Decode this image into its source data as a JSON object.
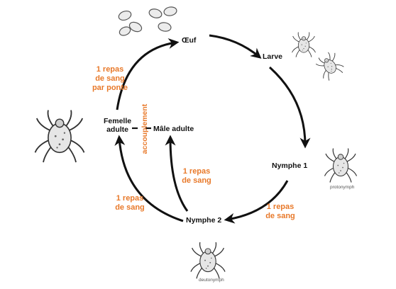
{
  "stages": {
    "egg": "Œuf",
    "larva": "Larve",
    "nymph1": "Nymphe 1",
    "nymph2": "Nymphe 2",
    "female_line1": "Femelle",
    "female_line2": "adulte",
    "male": "Mâle adulte"
  },
  "annotations": {
    "per_laying_1": "1 repas",
    "per_laying_2": "de sang",
    "per_laying_3": "par ponte",
    "n1_meal_1": "1 repas",
    "n1_meal_2": "de sang",
    "n2_male_1": "1 repas",
    "n2_male_2": "de sang",
    "n2_female_1": "1 repas",
    "n2_female_2": "de sang",
    "mating": "accouplement"
  },
  "captions": {
    "protonymph": "protonymph",
    "deutonymph": "deutonymph"
  },
  "colors": {
    "accent": "#e8792a",
    "text": "#111111",
    "arrow": "#111111"
  }
}
